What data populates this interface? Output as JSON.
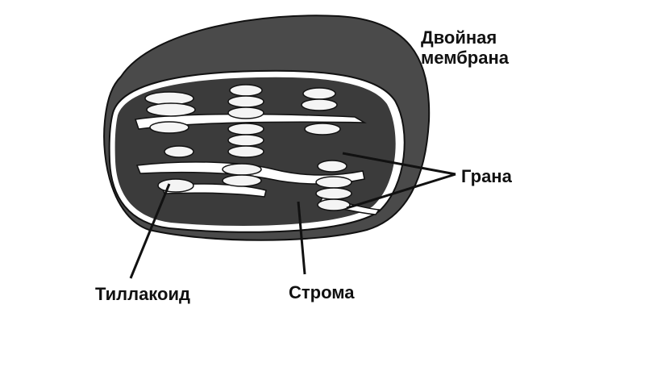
{
  "labels": {
    "double_membrane": "Двойная мембрана",
    "grana": "Грана",
    "thylakoid": "Тиллакоид",
    "stroma": "Строма"
  },
  "colors": {
    "outer_shell": "#4a4a4a",
    "inner_body": "#3b3b3b",
    "membrane_gap": "#ffffff",
    "thylakoid_disc": "#f4f4f4",
    "leader_line": "#111111"
  }
}
